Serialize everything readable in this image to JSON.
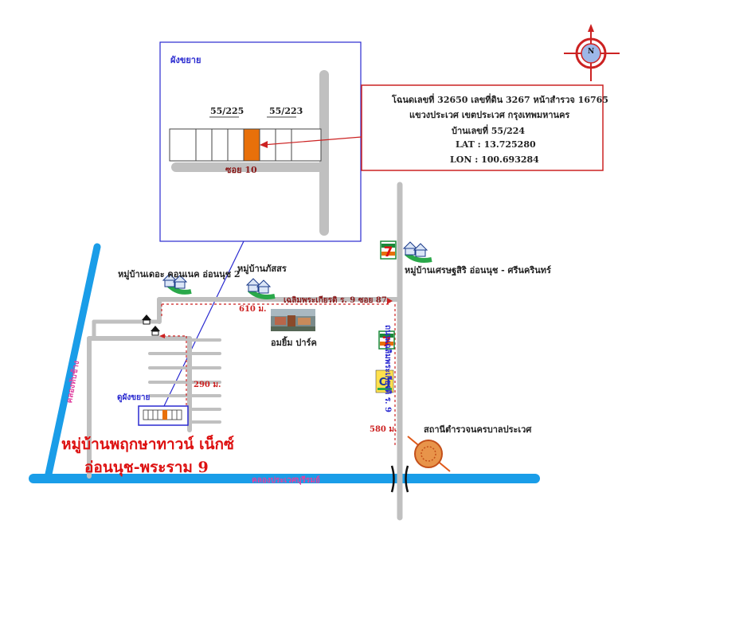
{
  "inset": {
    "title": "ผังขยาย",
    "plot_left": "55/225",
    "plot_right": "55/223",
    "soi": "ซอย 10"
  },
  "info_box": {
    "line1": "โฉนดเลขที่ 32650 เลขที่ดิน 3267 หน้าสำรวจ 16765",
    "line2": "แขวงประเวศ เขตประเวศ กรุงเทพมหานคร",
    "line3": "บ้านเลขที่ 55/224",
    "line4": "LAT : 13.725280",
    "line5": "LON : 100.693284"
  },
  "compass": {
    "label": "N"
  },
  "labels": {
    "village_connect": "หมู่บ้านเดอะ คอนเนค อ่อนนุช 2",
    "village_phatsorn": "หมู่บ้านภัสสร",
    "village_setthasiri": "หมู่บ้านเศรษฐสิริ อ่อนนุช - ศรีนครินทร์",
    "road_chalerm": "เฉลิมพระเกียรติ ร. 9 ซอย 87",
    "road_chalerm_vertical": "ถนนเฉลิมพระเกียรติ ร. 9",
    "dist_610": "610 ม.",
    "dist_290": "290 ม.",
    "dist_580": "580 ม.",
    "park": "อมยิ้ม ปาร์ค",
    "police": "สถานีตำรวจนครบาลประเวศ",
    "see_inset": "ดูผังขยาย",
    "canal_vertical": "คลองทับช้าง",
    "canal_horizontal": "คลองประเวศบุรีรมย์",
    "project_line1": "หมู่บ้านพฤกษาทาวน์ เน็กซ์",
    "project_line2": "อ่อนนุช-พระราม 9"
  },
  "icons": {
    "seven_eleven": "7-eleven-icon",
    "cj_express": "cj-express-icon",
    "house": "house-icon",
    "temple": "temple-icon",
    "police": "police-badge-icon"
  },
  "colors": {
    "road": "#c0c0c0",
    "canal": "#1a9de8",
    "target_plot": "#e8700a",
    "inset_border": "#2a2ad0",
    "info_border": "#cc2222",
    "distance": "#cc2222",
    "project_text": "#dd1111"
  }
}
